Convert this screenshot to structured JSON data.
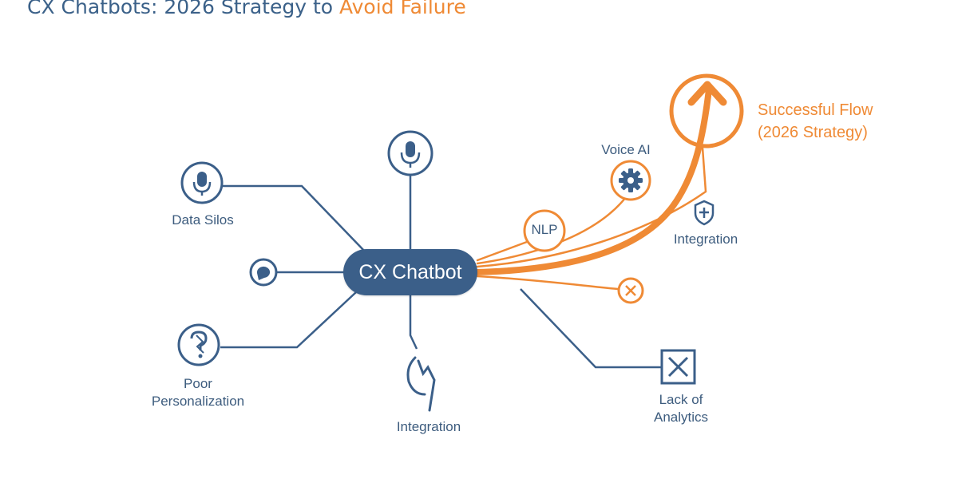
{
  "title": {
    "part1": "CX Chatbots: 2026 Strategy to ",
    "part2": "Avoid Failure",
    "accent_color": "#ef8a35",
    "main_color": "#3b6189"
  },
  "center_node": {
    "label": "CX Chatbot",
    "color": "#3b5f89"
  },
  "failure_nodes": [
    {
      "label": "Data Silos",
      "icon": "microphone-icon"
    },
    {
      "label": "",
      "icon": "chat-bubble-icon"
    },
    {
      "label": "Poor\nPersonalization",
      "icon": "broken-head-icon"
    },
    {
      "label": "",
      "icon": "microphone-icon"
    },
    {
      "label": "Integration",
      "icon": "broken-link-icon"
    },
    {
      "label": "Lack of\nAnalytics",
      "icon": "x-box-icon"
    }
  ],
  "success_nodes": [
    {
      "label": "NLP",
      "icon": ""
    },
    {
      "label": "Voice AI",
      "icon": "gear-icon"
    },
    {
      "label": "Integration",
      "icon": "shield-plus-icon"
    },
    {
      "label": "",
      "icon": "x-circle-icon"
    }
  ],
  "successful_flow": {
    "line1": "Successful Flow",
    "line2": "(2026 Strategy)",
    "icon": "up-arrow-circle-icon",
    "color": "#ef8a35"
  }
}
